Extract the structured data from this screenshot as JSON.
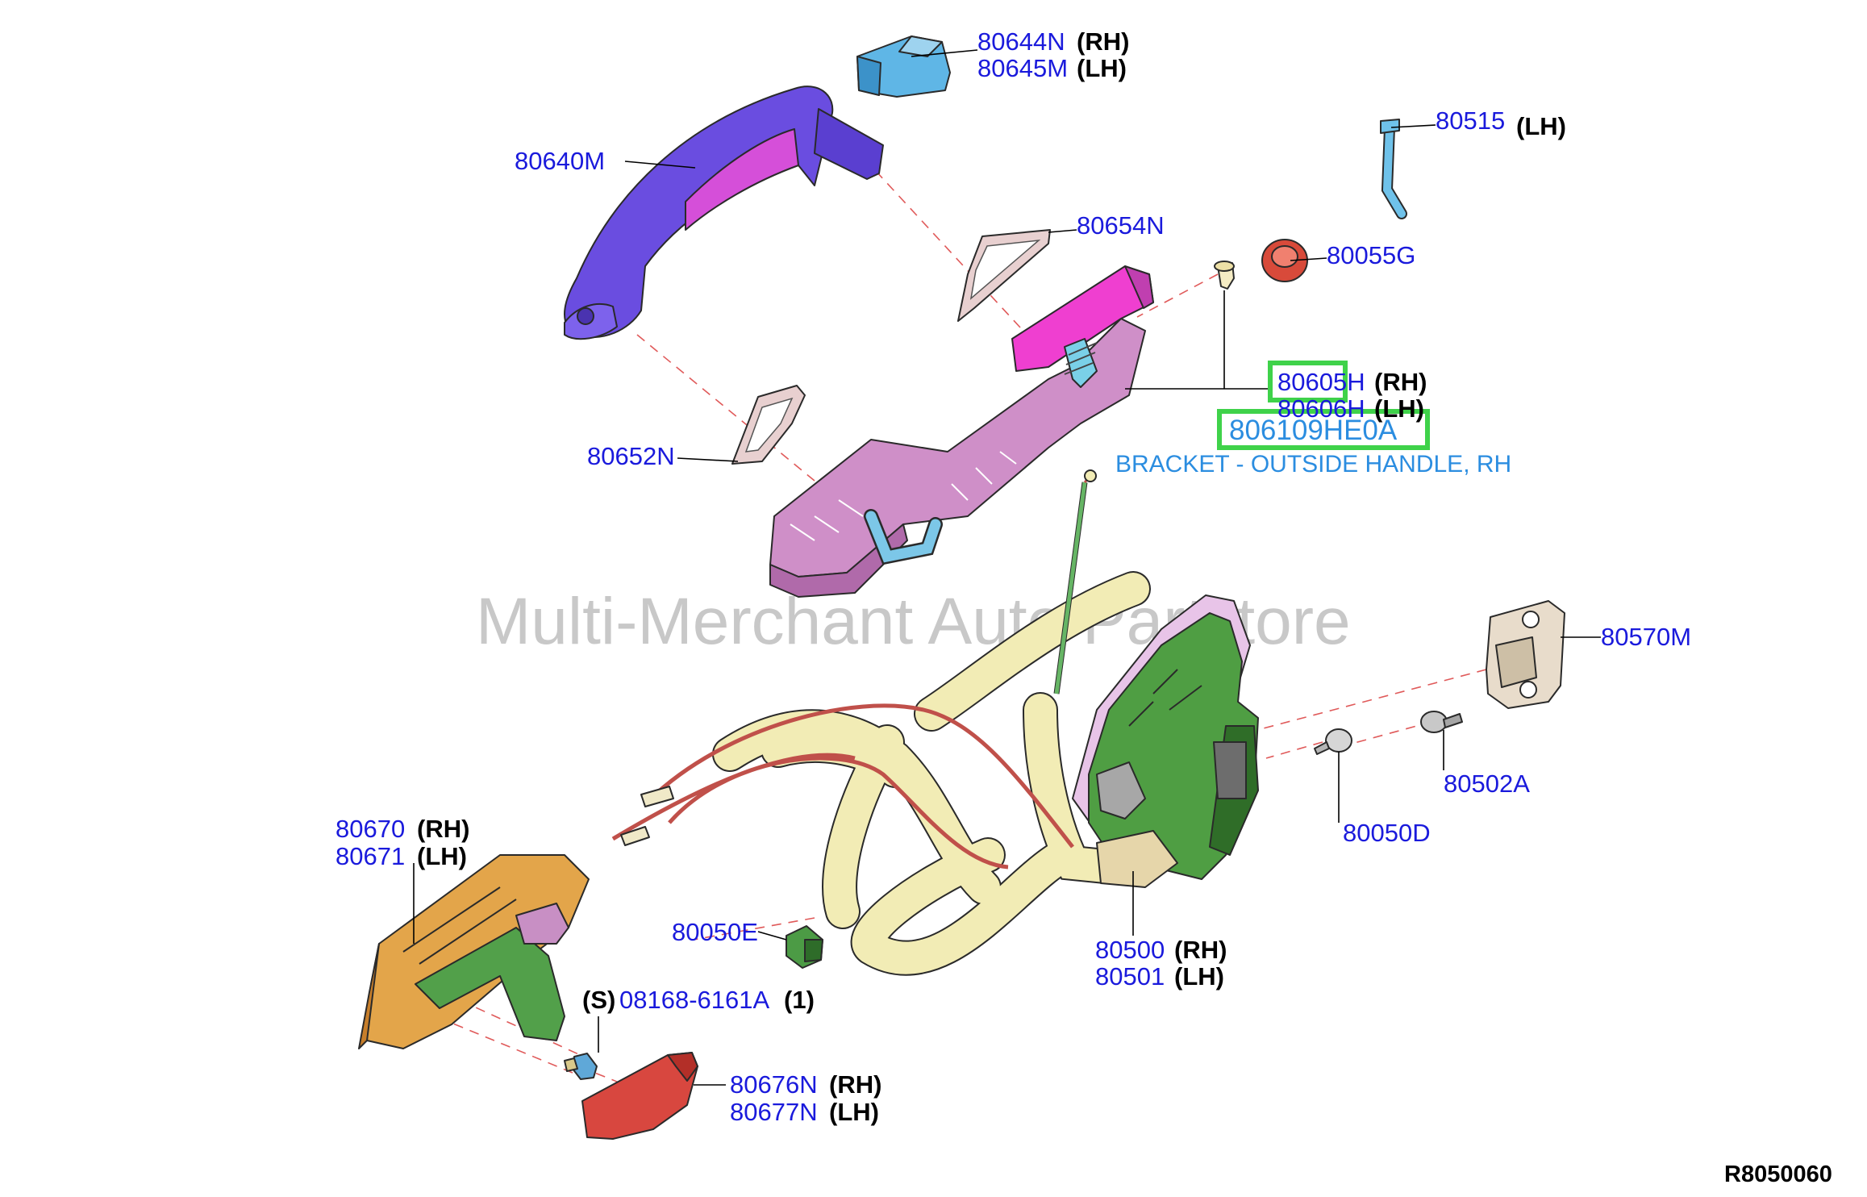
{
  "watermark": "Multi-Merchant Auto Partstore",
  "diagram_code": "R8050060",
  "callouts": {
    "p80644N": {
      "num": "80644N",
      "side": "(RH)"
    },
    "p80645M": {
      "num": "80645M",
      "side": "(LH)"
    },
    "p80515": {
      "num": "80515",
      "side": "(LH)"
    },
    "p80640M": {
      "num": "80640M"
    },
    "p80654N": {
      "num": "80654N"
    },
    "p80055G": {
      "num": "80055G"
    },
    "p80605H": {
      "num": "80605H",
      "side": "(RH)"
    },
    "p80606H": {
      "num": "80606H",
      "side": "(LH)"
    },
    "p80652N": {
      "num": "80652N"
    },
    "p80570M": {
      "num": "80570M"
    },
    "p80502A": {
      "num": "80502A"
    },
    "p80050D": {
      "num": "80050D"
    },
    "p80670": {
      "num": "80670",
      "side": "(RH)"
    },
    "p80671": {
      "num": "80671",
      "side": "(LH)"
    },
    "p80050E": {
      "num": "80050E"
    },
    "p80500": {
      "num": "80500",
      "side": "(RH)"
    },
    "p80501": {
      "num": "80501",
      "side": "(LH)"
    },
    "p08168": {
      "prefix": "(S)",
      "num": "08168-6161A",
      "qty": "(1)"
    },
    "p80676N": {
      "num": "80676N",
      "side": "(RH)"
    },
    "p80677N": {
      "num": "80677N",
      "side": "(LH)"
    }
  },
  "highlight": {
    "part_number": "806109HE0A",
    "description": "BRACKET - OUTSIDE HANDLE, RH"
  },
  "colors": {
    "label": "#1a1adc",
    "highlight_box": "#3fd24a",
    "description": "#2b8de0",
    "leader_dash": "#e05a5a"
  }
}
